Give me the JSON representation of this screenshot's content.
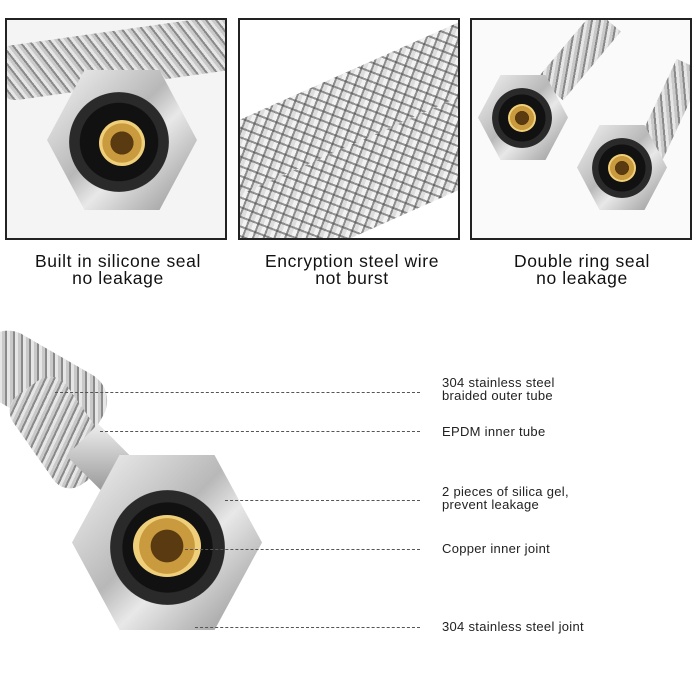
{
  "panels": [
    {
      "caption_line1": "Built in silicone seal",
      "caption_line2": "no leakage",
      "image": "hose-end-with-silicone-seal"
    },
    {
      "caption_line1": "Encryption steel wire",
      "caption_line2": "not burst",
      "image": "braided-steel-wire-closeup"
    },
    {
      "caption_line1": "Double ring seal",
      "caption_line2": "no leakage",
      "image": "two-hose-nuts-with-ring-seals"
    }
  ],
  "diagram": {
    "image": "braided-hose-with-hex-nut",
    "labels": [
      {
        "line1": "304 stainless steel",
        "line2": "braided outer tube"
      },
      {
        "line1": "EPDM inner tube",
        "line2": ""
      },
      {
        "line1": "2 pieces of silica gel,",
        "line2": "prevent leakage"
      },
      {
        "line1": "Copper inner joint",
        "line2": ""
      },
      {
        "line1": "304 stainless steel joint",
        "line2": ""
      }
    ]
  },
  "colors": {
    "border": "#222222",
    "text": "#111111",
    "leader": "#555555",
    "brass": "#c99a3e"
  }
}
